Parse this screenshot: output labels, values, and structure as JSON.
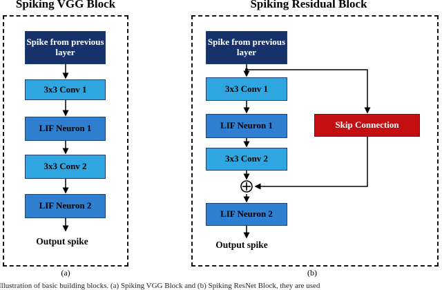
{
  "vgg": {
    "title": "Spiking VGG Block",
    "blocks": [
      "Spike from previous layer",
      "3x3 Conv 1",
      "LIF Neuron 1",
      "3x3 Conv 2",
      "LIF Neuron 2"
    ],
    "output": "Output spike",
    "sublabel": "(a)"
  },
  "residual": {
    "title": "Spiking Residual Block",
    "blocks": [
      "Spike from previous layer",
      "3x3 Conv 1",
      "LIF Neuron 1",
      "3x3 Conv 2",
      "LIF Neuron 2"
    ],
    "skip": "Skip Connection",
    "output": "Output spike",
    "sublabel": "(b)"
  },
  "caption": "Illustration of basic building blocks. (a) Spiking VGG Block and (b) Spiking ResNet Block, they are used"
}
